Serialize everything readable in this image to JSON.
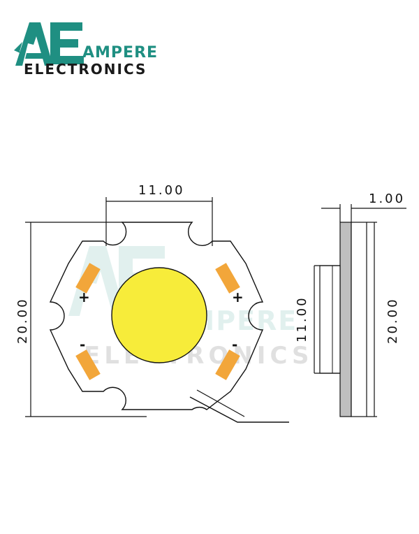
{
  "logo": {
    "mark": "AE",
    "line1": "AMPERE",
    "line2": "ELECTRONICS"
  },
  "watermark": {
    "line1": "AMPERE",
    "line2": "ELECTRONICS"
  },
  "dimensions": {
    "top_width": "11.00",
    "left_height": "20.00",
    "side_thickness": "1.00",
    "side_inner_height": "11.00",
    "side_outer_height": "20.00"
  },
  "pads": {
    "plus_left": "+",
    "plus_right": "+",
    "minus_left": "-",
    "minus_right": "-"
  },
  "colors": {
    "logo_teal": "#1f8f82",
    "led_yellow": "#f7ec3a",
    "pad_orange": "#f2a63a",
    "board_gray": "#bfbfbf",
    "line": "#111111"
  }
}
